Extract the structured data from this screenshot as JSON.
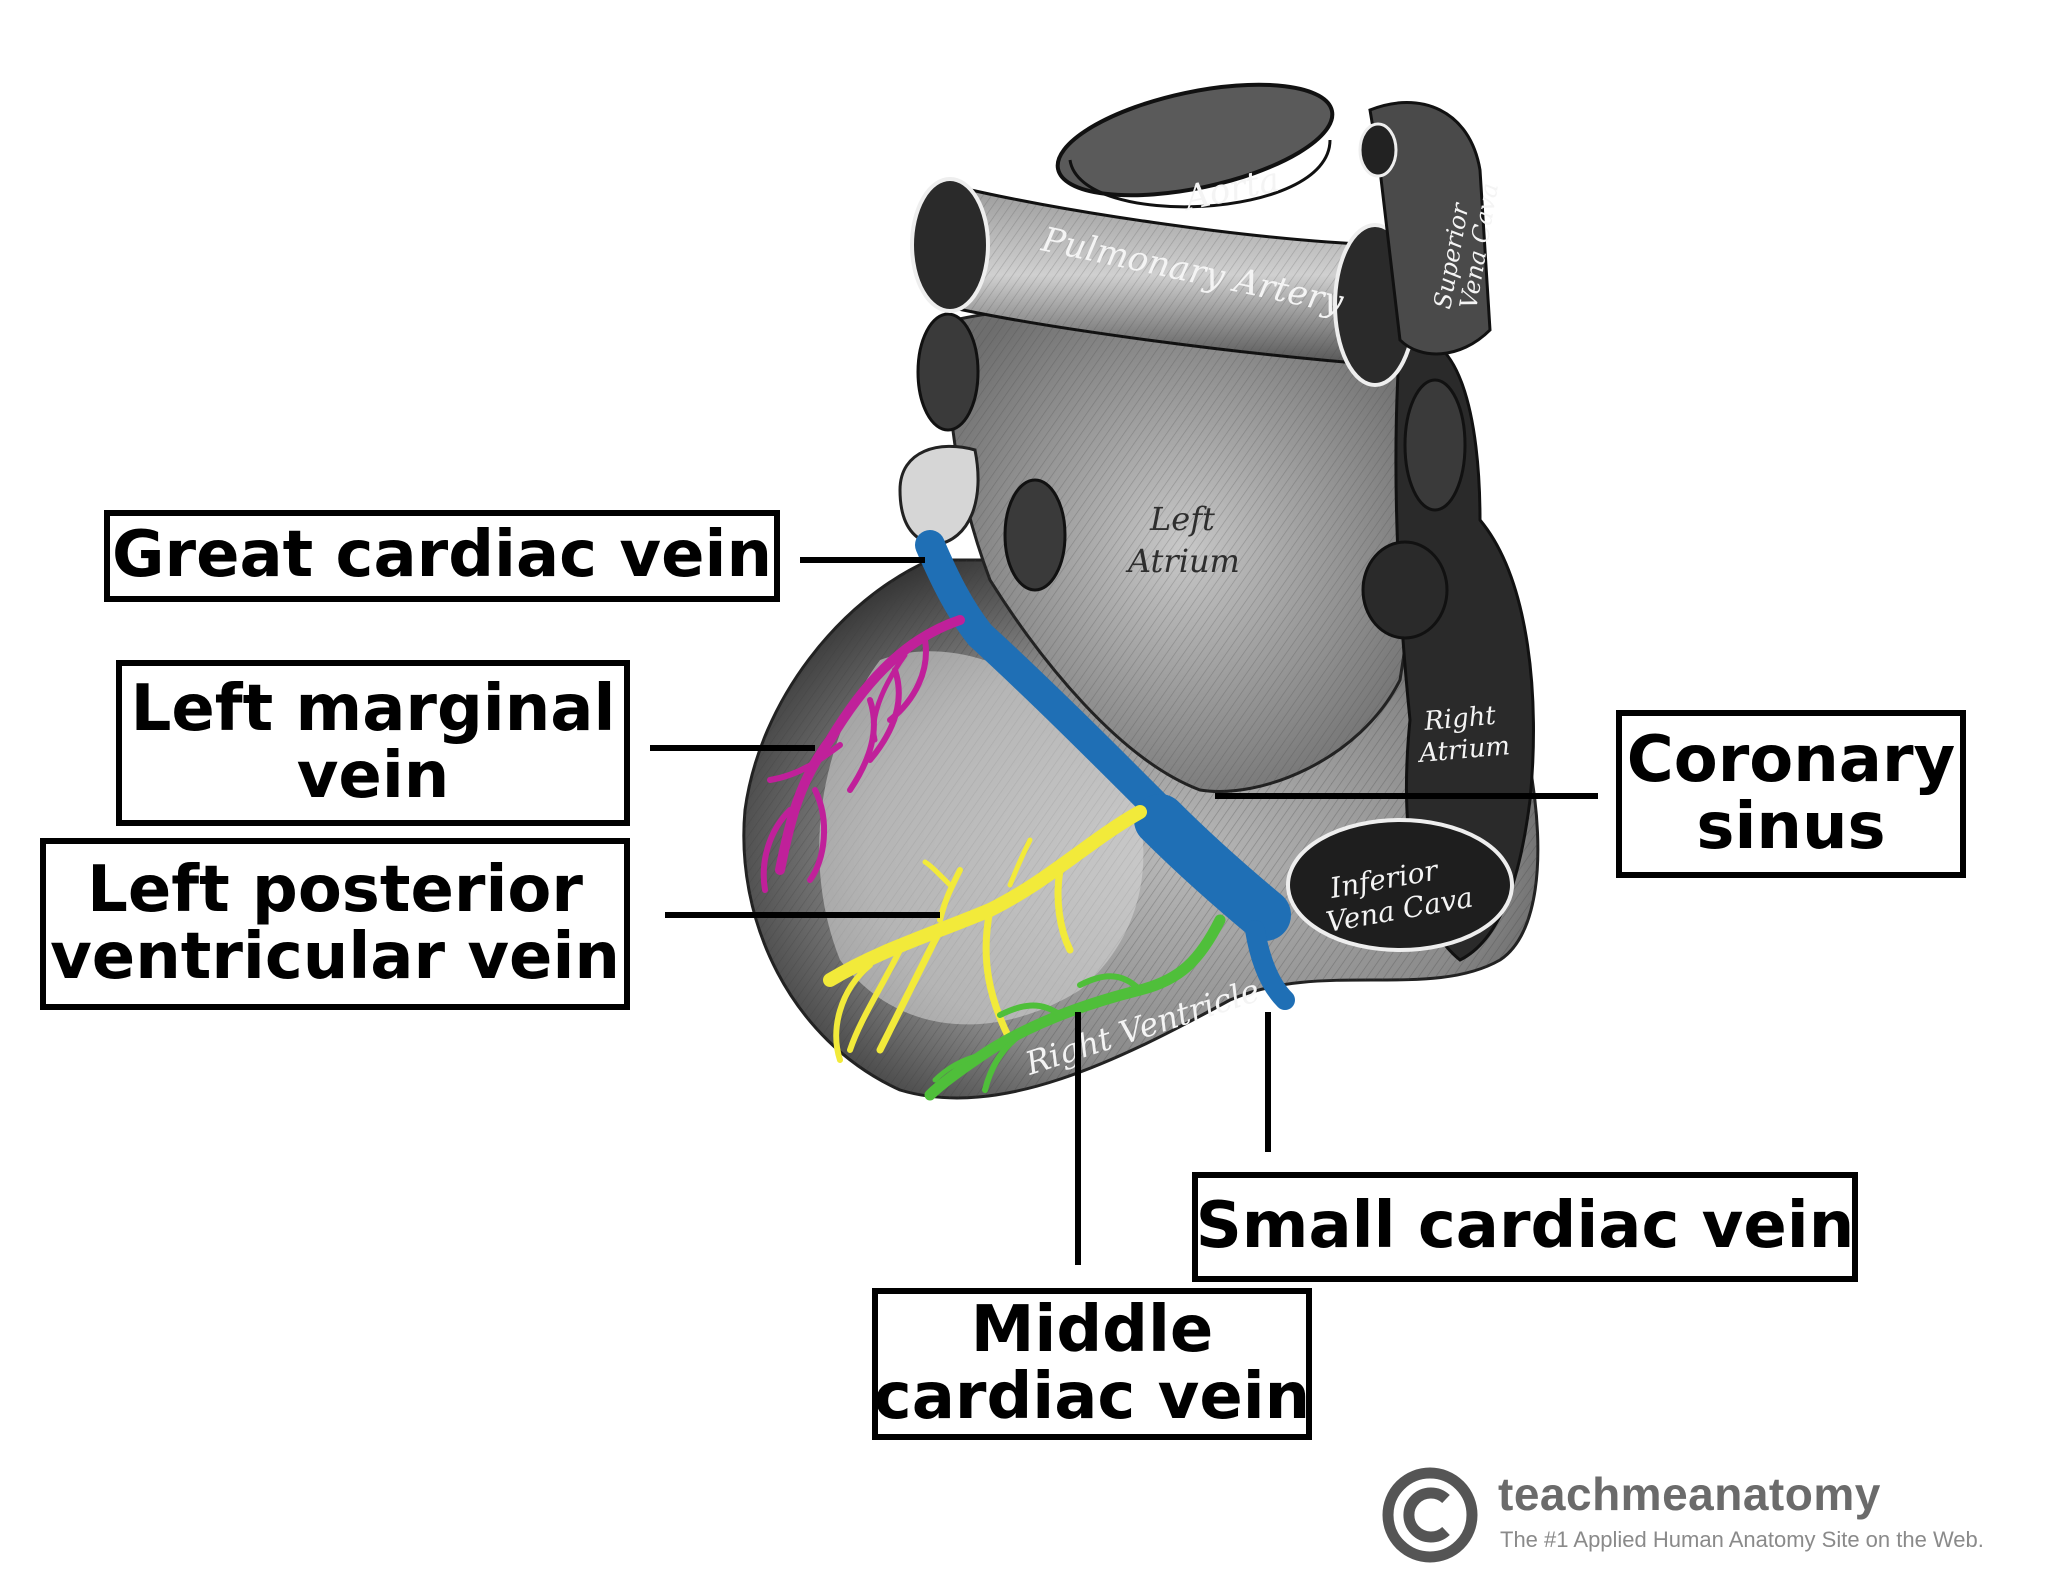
{
  "labels": {
    "great_cardiac_vein": "Great cardiac vein",
    "left_marginal_vein": [
      "Left marginal",
      "vein"
    ],
    "left_posterior_ventricular_vein": [
      "Left posterior",
      "ventricular vein"
    ],
    "coronary_sinus": [
      "Coronary",
      "sinus"
    ],
    "small_cardiac_vein": "Small cardiac vein",
    "middle_cardiac_vein": [
      "Middle",
      "cardiac vein"
    ]
  },
  "engraved_labels": {
    "aorta": "Aorta",
    "pulmonary_artery": "Pulmonary Artery",
    "superior_vena_cava": [
      "Superior",
      "Vena Cava"
    ],
    "left_atrium": [
      "Left",
      "Atrium"
    ],
    "right_atrium": [
      "Right",
      "Atrium"
    ],
    "inferior_vena_cava": [
      "Inferior",
      "Vena Cava"
    ],
    "right_ventricle": "Right Ventricle"
  },
  "brand": {
    "name": "teachmeanatomy",
    "tagline": "The #1 Applied Human Anatomy Site on the Web."
  },
  "colors": {
    "great_cardiac_vein": "#1f6fb5",
    "left_marginal_vein": "#c0209a",
    "left_posterior_ventricular_vein": "#f2ea3a",
    "middle_cardiac_vein": "#4fbf3a",
    "small_cardiac_vein": "#1f6fb5"
  }
}
